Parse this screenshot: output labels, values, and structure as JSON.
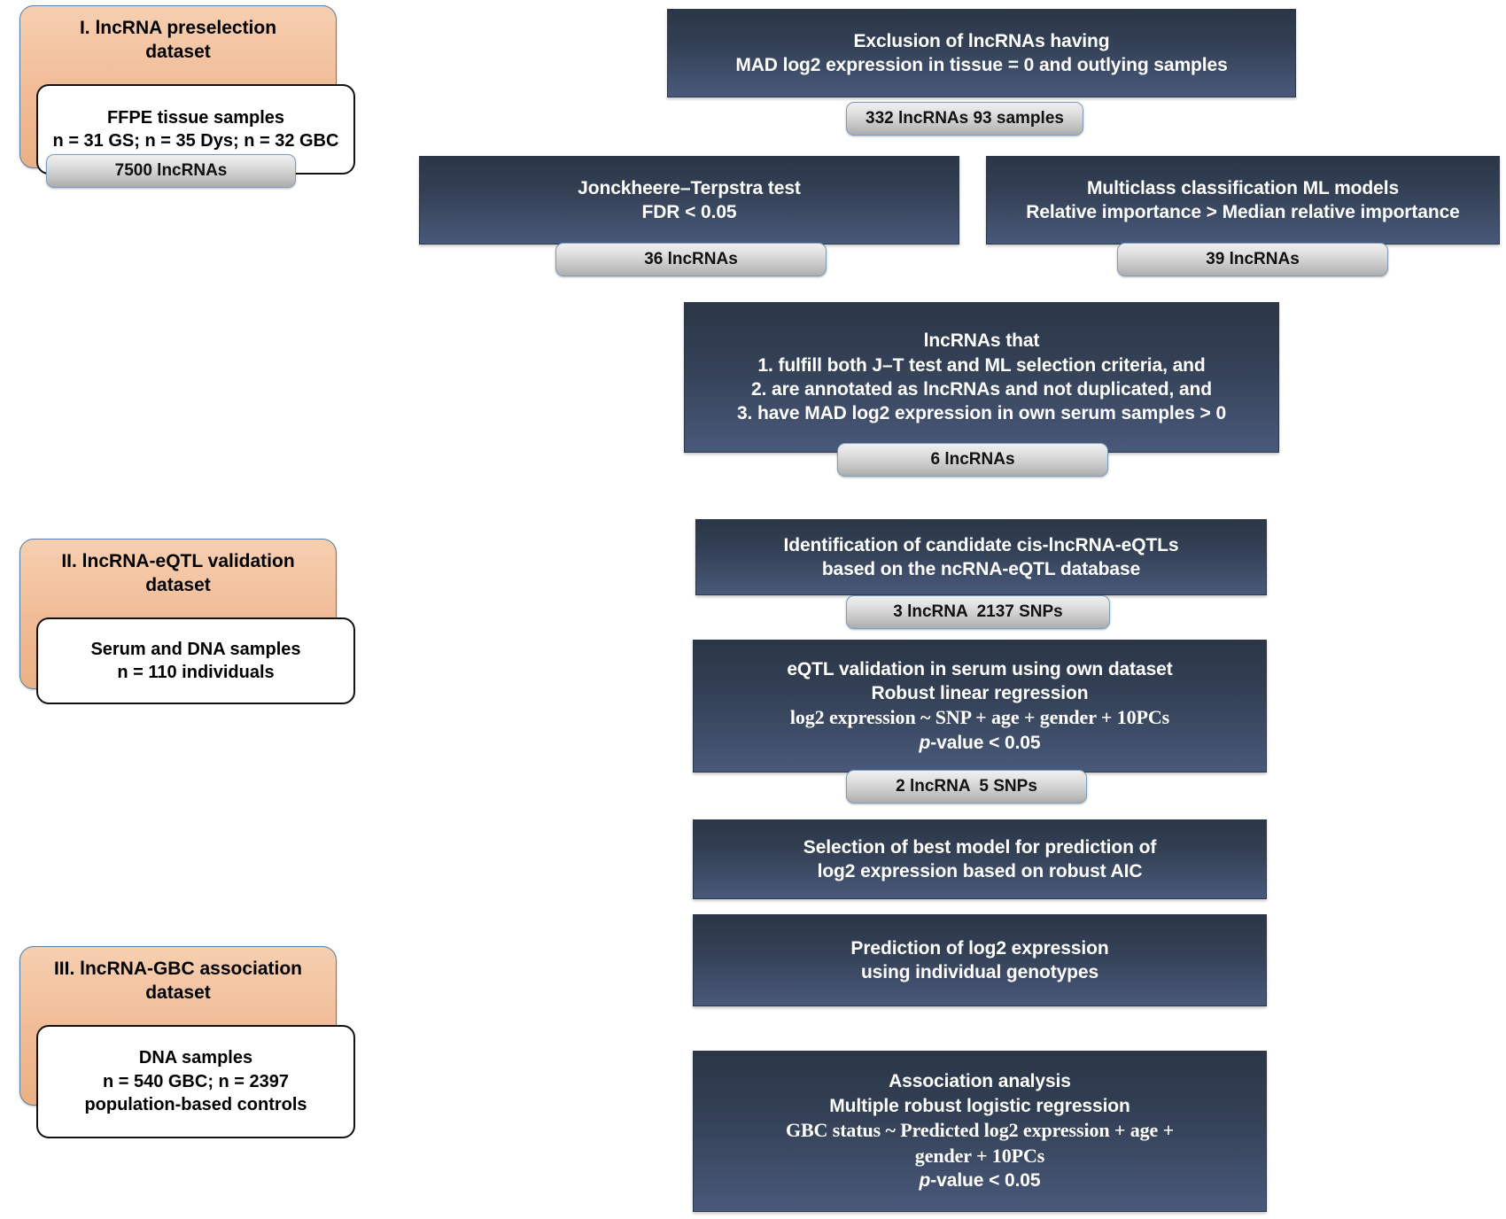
{
  "figure": {
    "type": "flowchart",
    "title": "lncRNA selection, eQTL validation and GBC association study workflow"
  },
  "datasets": [
    {
      "id": "dataset-1",
      "title_lines": [
        "I. lncRNA preselection",
        "dataset"
      ],
      "detail_lines": [
        "FFPE tissue samples",
        "n = 31 GS; n = 35 Dys; n = 32 GBC"
      ],
      "chip": "7500 lncRNAs"
    },
    {
      "id": "dataset-2",
      "title_lines": [
        "II. lncRNA-eQTL validation",
        "dataset"
      ],
      "detail_lines": [
        "Serum and DNA samples",
        "n = 110 individuals"
      ],
      "chip": null
    },
    {
      "id": "dataset-3",
      "title_lines": [
        "III. lncRNA-GBC association",
        "dataset"
      ],
      "detail_lines": [
        "DNA samples",
        "n = 540 GBC; n = 2397",
        "population-based controls"
      ],
      "chip": null
    }
  ],
  "steps": [
    {
      "id": "step-exclusion",
      "lines": [
        "Exclusion of lncRNAs having",
        "MAD log2 expression in tissue = 0 and outlying samples"
      ],
      "chip": "332 lncRNAs 93 samples"
    },
    {
      "id": "step-jt-test",
      "lines": [
        "Jonckheere–Terpstra test",
        "FDR < 0.05"
      ],
      "chip": "36 lncRNAs"
    },
    {
      "id": "step-ml-models",
      "lines": [
        "Multiclass classification ML models",
        "Relative importance > Median relative importance"
      ],
      "chip": "39 lncRNAs"
    },
    {
      "id": "step-combined-criteria",
      "lines": [
        "lncRNAs that",
        "1. fulfill both J–T test and ML selection criteria, and",
        "2. are annotated as lncRNAs and not duplicated, and",
        "3. have MAD log2 expression in own serum samples > 0"
      ],
      "chip": "6 lncRNAs"
    },
    {
      "id": "step-cis-eqtl-identification",
      "lines": [
        "Identification of candidate cis-lncRNA-eQTLs",
        "based on the ncRNA-eQTL database"
      ],
      "chip": "3 lncRNA  2137 SNPs"
    },
    {
      "id": "step-eqtl-validation",
      "lines": [
        "eQTL validation in serum using own dataset",
        "Robust linear regression",
        "log2 expression ~ SNP + age + gender + 10PCs",
        "p-value < 0.05"
      ],
      "chip": "2 lncRNA  5 SNPs"
    },
    {
      "id": "step-best-model-selection",
      "lines": [
        "Selection of best model for prediction of",
        "log2 expression based on robust AIC"
      ],
      "chip": null
    },
    {
      "id": "step-prediction",
      "lines": [
        "Prediction of log2 expression",
        "using individual genotypes"
      ],
      "chip": null
    },
    {
      "id": "step-association-analysis",
      "lines": [
        "Association analysis",
        "Multiple robust logistic regression",
        "GBC status ~ Predicted log2 expression + age +",
        "gender + 10PCs",
        "p-value < 0.05"
      ],
      "chip": null
    }
  ],
  "colors": {
    "dataset_fill": "#f0bb96",
    "process_fill": "#35435c",
    "chip_fill": "#d0d0d0",
    "border_blue": "#5a7ea6"
  }
}
